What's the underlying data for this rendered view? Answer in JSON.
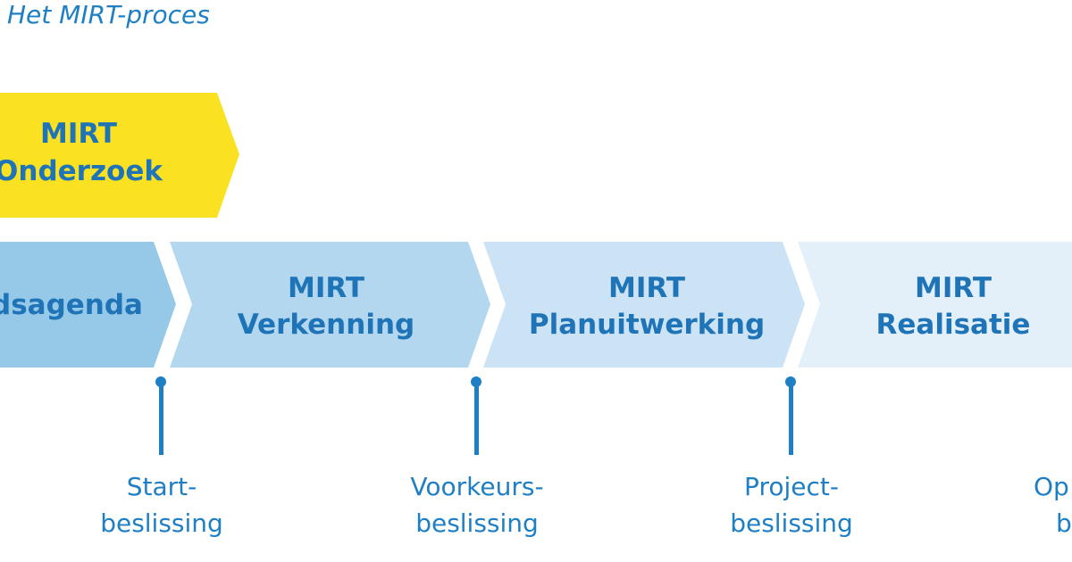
{
  "title": "Het MIRT-proces",
  "colors": {
    "accent_blue": "#1f7fc4",
    "text_blue": "#1f74b8",
    "yellow": "#fae222",
    "stage_1": "#96c8e8",
    "stage_2": "#b2d7ef",
    "stage_3": "#cbe3f4",
    "stage_4": "#e3f0fa"
  },
  "top_stage": {
    "line1": "MIRT",
    "line2": "Onderzoek"
  },
  "stages": [
    {
      "line1": "dsagenda",
      "line2": ""
    },
    {
      "line1": "MIRT",
      "line2": "Verkenning"
    },
    {
      "line1": "MIRT",
      "line2": "Planuitwerking"
    },
    {
      "line1": "MIRT",
      "line2": "Realisatie"
    }
  ],
  "decisions": [
    {
      "line1": "Start-",
      "line2": "beslissing"
    },
    {
      "line1": "Voorkeurs-",
      "line2": "beslissing"
    },
    {
      "line1": "Project-",
      "line2": "beslissing"
    },
    {
      "line1": "Op",
      "line2": "b"
    }
  ]
}
